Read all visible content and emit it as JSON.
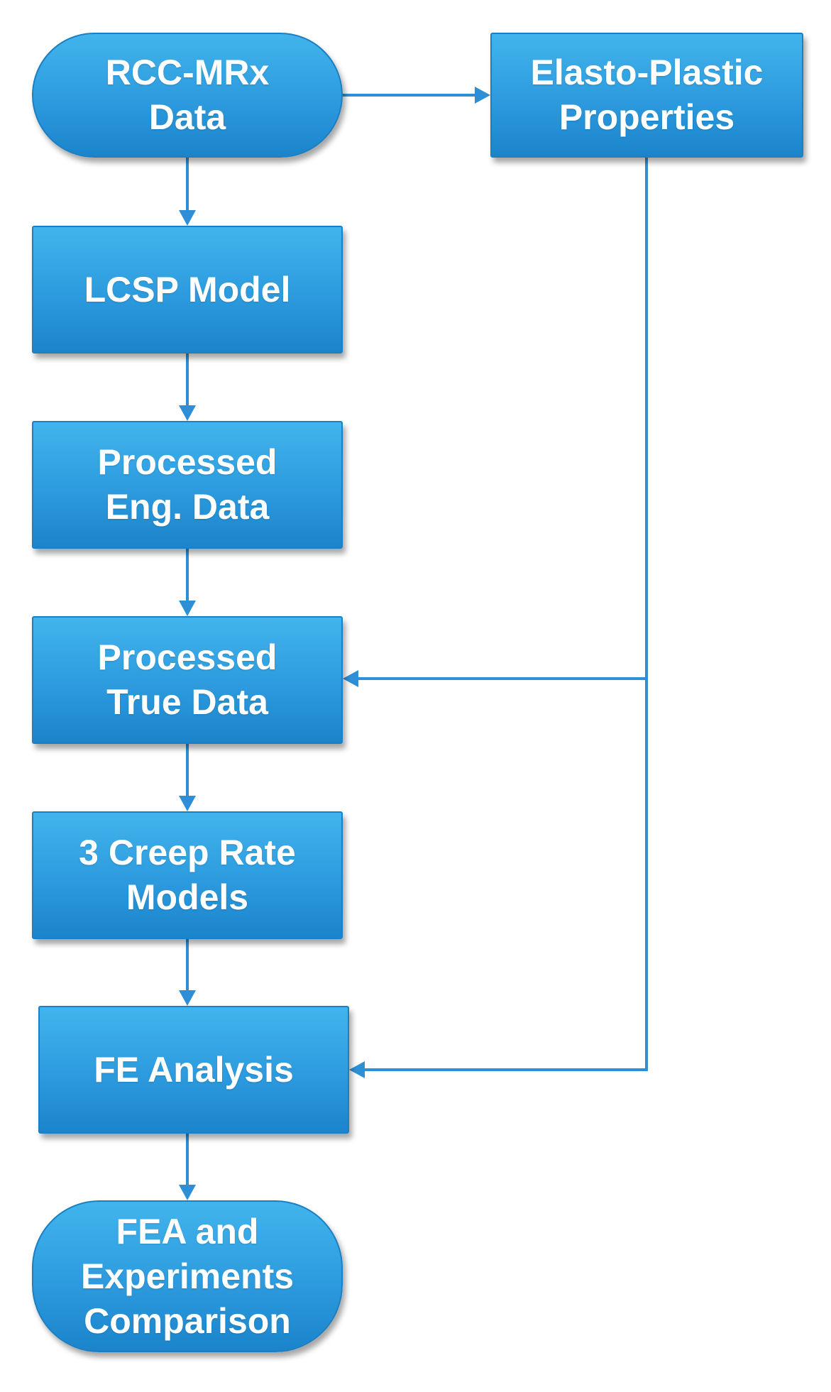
{
  "colors": {
    "node_top": "#41b4ec",
    "node_bottom": "#1b84cc",
    "connector": "#2f8fd6"
  },
  "nodes": {
    "rcc": {
      "shape": "terminal",
      "lines": [
        "RCC-MRx",
        "Data"
      ]
    },
    "elasto": {
      "shape": "process",
      "lines": [
        "Elasto-Plastic",
        "Properties"
      ]
    },
    "lcsp": {
      "shape": "process",
      "lines": [
        "LCSP Model"
      ]
    },
    "eng": {
      "shape": "process",
      "lines": [
        "Processed",
        "Eng. Data"
      ]
    },
    "true": {
      "shape": "process",
      "lines": [
        "Processed",
        "True Data"
      ]
    },
    "creep": {
      "shape": "process",
      "lines": [
        "3 Creep Rate",
        "Models"
      ]
    },
    "fe": {
      "shape": "process",
      "lines": [
        "FE Analysis"
      ]
    },
    "fea": {
      "shape": "terminal",
      "lines": [
        "FEA and",
        "Experiments",
        "Comparison"
      ]
    }
  },
  "edges": [
    {
      "from": "rcc",
      "to": "elasto"
    },
    {
      "from": "rcc",
      "to": "lcsp"
    },
    {
      "from": "lcsp",
      "to": "eng"
    },
    {
      "from": "eng",
      "to": "true"
    },
    {
      "from": "true",
      "to": "creep"
    },
    {
      "from": "creep",
      "to": "fe"
    },
    {
      "from": "fe",
      "to": "fea"
    },
    {
      "from": "elasto",
      "to": "true"
    },
    {
      "from": "elasto",
      "to": "fe"
    }
  ]
}
